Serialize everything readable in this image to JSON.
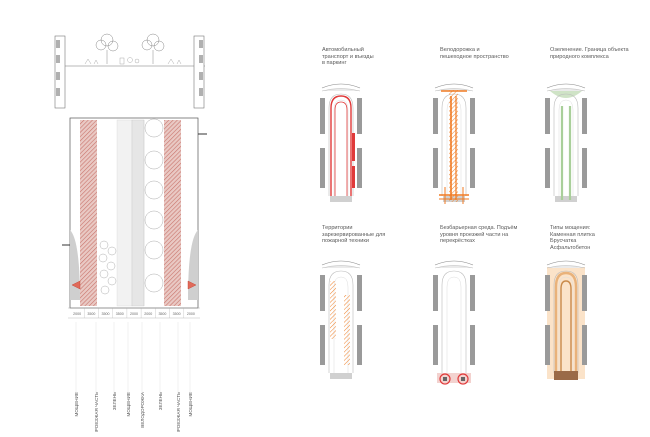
{
  "colors": {
    "hatch": "#c9736b",
    "red": "#e03a3a",
    "orange": "#f07a22",
    "green": "#a9cf9a",
    "wall": "#9a9a9a",
    "paving": "#d8d8d8",
    "brown": "#9a6a48"
  },
  "section": {
    "dimensions": [
      "2000",
      "3500",
      "3500",
      "3500",
      "2000",
      "2000",
      "3500",
      "3500",
      "2000"
    ],
    "zone_labels": [
      "МОЩЕНИЕ",
      "ПРОЕЗЖАЯ ЧАСТЬ",
      "ЗЕЛЕНЬ",
      "МОЩЕНИЕ",
      "ВЕЛОДОРОЖКА",
      "ЗЕЛЕНЬ",
      "ПРОЕЗЖАЯ ЧАСТЬ",
      "МОЩЕНИЕ"
    ]
  },
  "schemes": [
    {
      "caption": "Автомобильный\nтранспорт и въезды\nв паркинг"
    },
    {
      "caption": "Велодорожка и\nпешеходное пространство"
    },
    {
      "caption": "Озеленение. Граница объекта\nприродного комплекса"
    },
    {
      "caption": "Территории\nзарезервированные для\nпожарной техники"
    },
    {
      "caption": "Безбарьерная среда. Подъём\nуровня проезжей части на\nперекрёстках"
    },
    {
      "caption": "Типы мощения:\nКаменная плитка\nБрусчатка\nАсфальтобетон"
    }
  ]
}
